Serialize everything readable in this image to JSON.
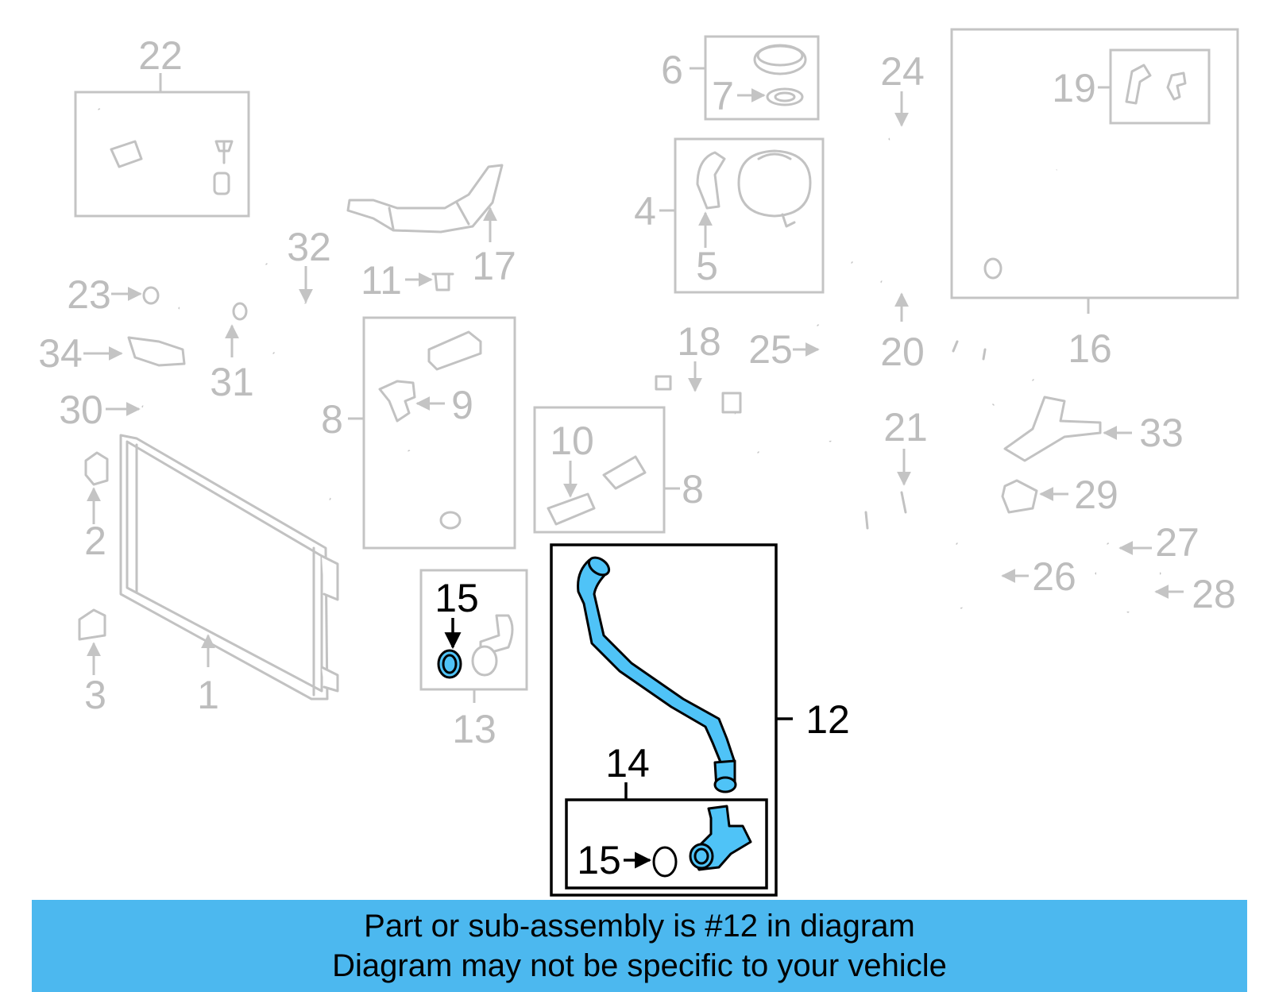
{
  "callouts": {
    "c1": "1",
    "c2": "2",
    "c3": "3",
    "c4": "4",
    "c5": "5",
    "c6": "6",
    "c7": "7",
    "c8a": "8",
    "c8b": "8",
    "c9": "9",
    "c10": "10",
    "c11": "11",
    "c12": "12",
    "c13": "13",
    "c14": "14",
    "c15a": "15",
    "c15b": "15",
    "c16": "16",
    "c17": "17",
    "c18": "18",
    "c19": "19",
    "c20": "20",
    "c21": "21",
    "c22": "22",
    "c23": "23",
    "c24": "24",
    "c25": "25",
    "c26": "26",
    "c27": "27",
    "c28": "28",
    "c29": "29",
    "c30": "30",
    "c31": "31",
    "c32": "32",
    "c33": "33",
    "c34": "34"
  },
  "highlight": {
    "part": "12",
    "color": "#4fc3f7"
  },
  "banner": {
    "line1": "Part or sub-assembly is #12 in diagram",
    "line2": "Diagram may not be specific to your vehicle",
    "color": "#4cb8ef"
  }
}
